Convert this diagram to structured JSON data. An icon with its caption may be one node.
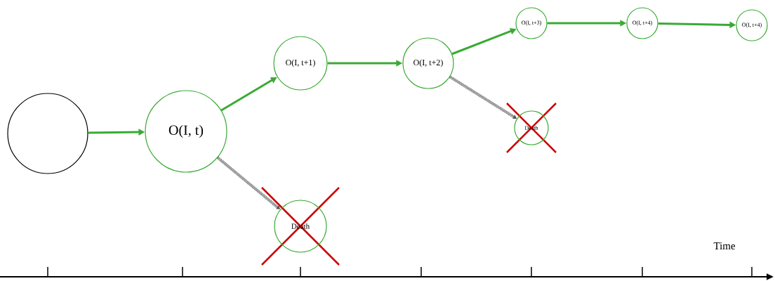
{
  "diagram": {
    "nodes": [
      {
        "text": [],
        "shape": "circle"
      },
      {
        "text": [
          "O(I, t)"
        ]
      },
      {
        "text": [
          "O(I, t+1)"
        ]
      },
      {
        "text": [
          "O(I, t+2)"
        ]
      },
      {
        "text": [
          "Death"
        ]
      },
      {
        "text": [
          "Death"
        ]
      },
      {
        "text": [
          "O(I, t+3)"
        ]
      },
      {
        "text": [
          "O(I, t+4)"
        ]
      },
      {
        "text": [
          "O(I, t+4)"
        ]
      }
    ],
    "edges": [
      {
        "from": 0,
        "to": 1,
        "arrow": "to"
      },
      {
        "from": 1,
        "to": 2,
        "arrow": "to"
      },
      {
        "from": 2,
        "to": 3,
        "arrow": "to"
      },
      {
        "from": 3,
        "to": 6,
        "arrow": "to"
      },
      {
        "from": 6,
        "to": 7,
        "arrow": "to"
      },
      {
        "from": 7,
        "to": 8,
        "arrow": "to"
      },
      {
        "from": 1,
        "to": 4,
        "arrow": "to",
        "style": "dashed",
        "color": "#555555"
      },
      {
        "from": 3,
        "to": 5,
        "arrow": "to",
        "style": "dashed",
        "color": "#555555"
      }
    ],
    "labels": [
      "Time"
    ]
  }
}
